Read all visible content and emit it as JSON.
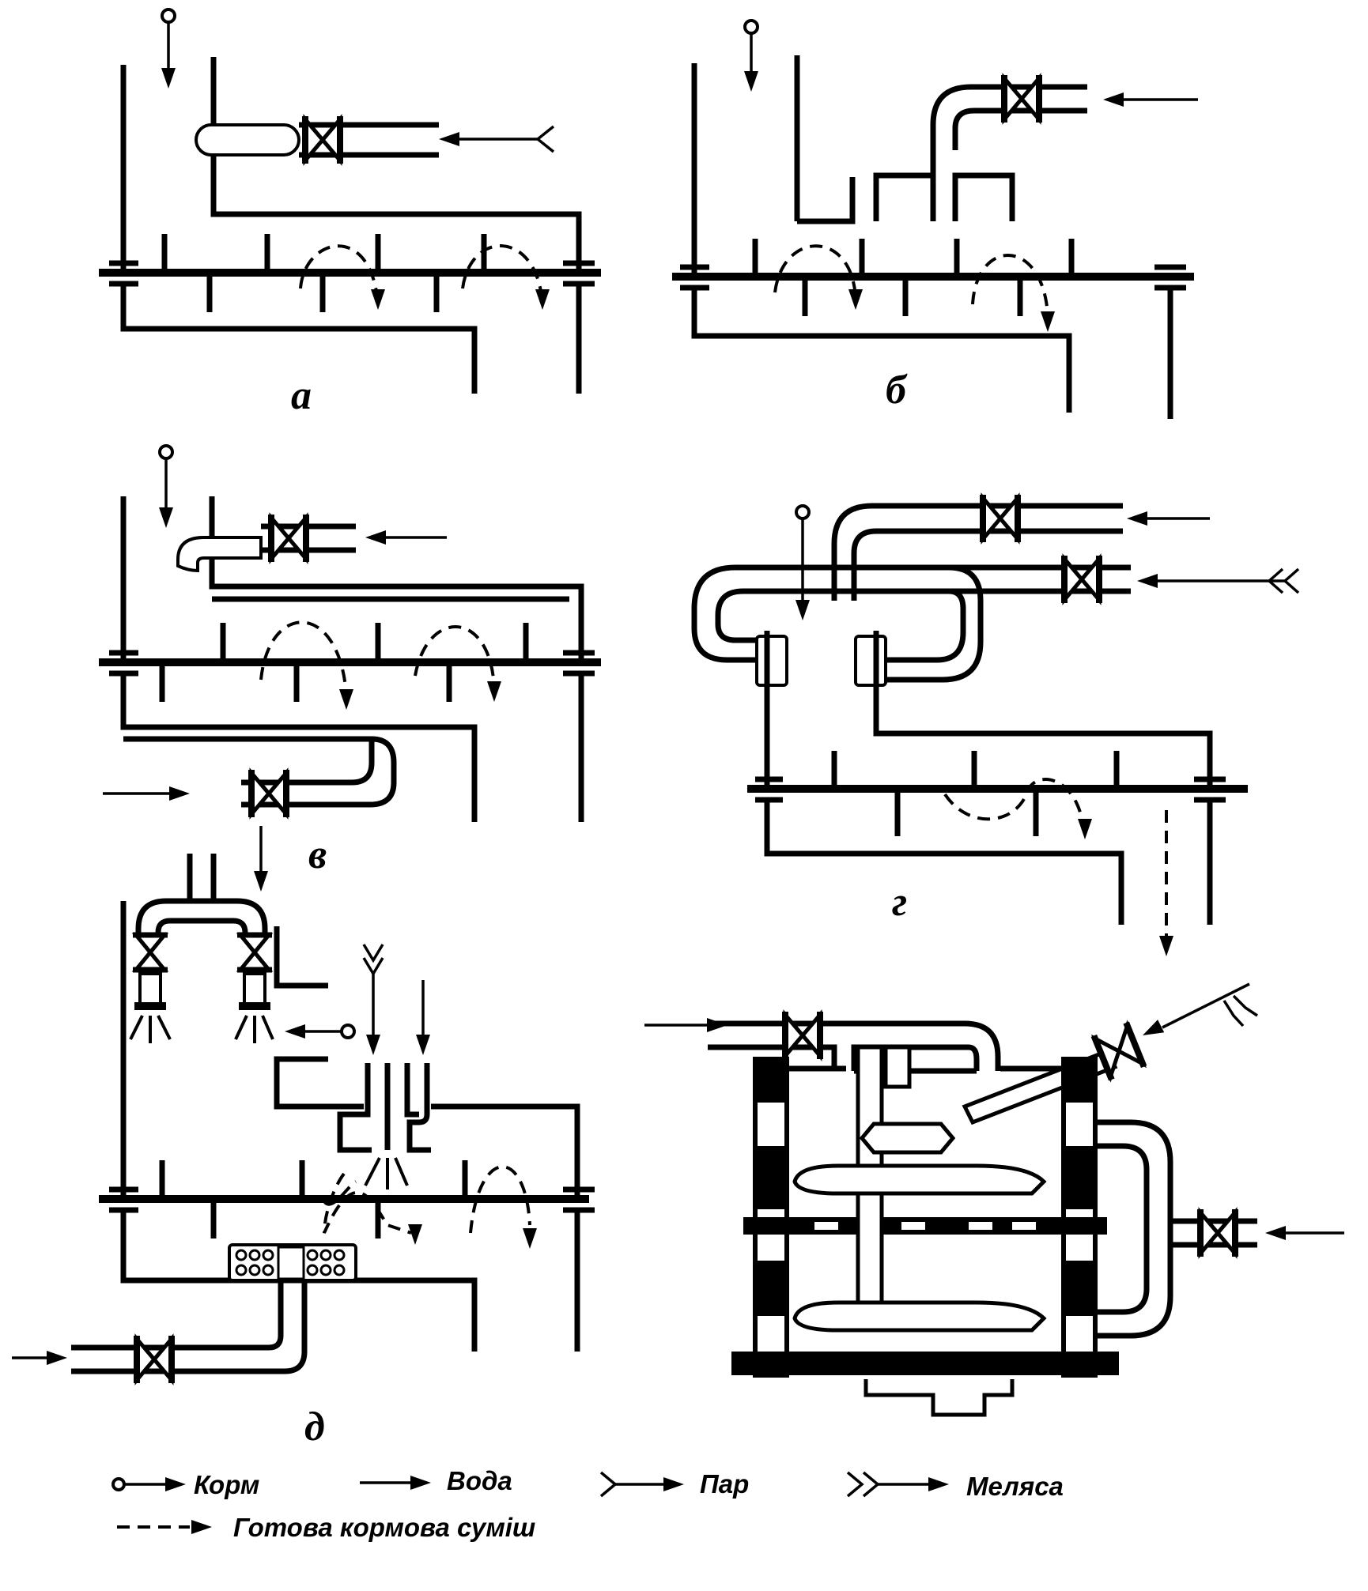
{
  "panels": [
    {
      "id": "a",
      "label": "а"
    },
    {
      "id": "b",
      "label": "б"
    },
    {
      "id": "v",
      "label": "в"
    },
    {
      "id": "g",
      "label": "г"
    },
    {
      "id": "d",
      "label": "д"
    }
  ],
  "legend": {
    "feed": "Корм",
    "water": "Вода",
    "steam": "Пар",
    "molasses": "Меляса",
    "ready_mix": "Готова кормова суміш"
  }
}
